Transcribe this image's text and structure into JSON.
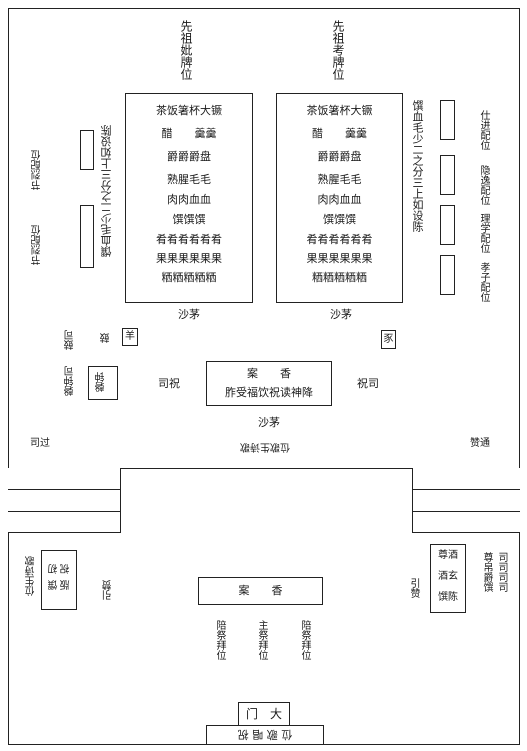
{
  "ancestor_tablets": {
    "left_label": "先祖妣牌位",
    "right_label": "先祖考牌位"
  },
  "left_altar": {
    "rows": [
      "茶饭箸杯大镢",
      "醋　　羹羹",
      "爵爵爵盘",
      "熟腥毛毛",
      "肉肉血血",
      "馔馔馔",
      "肴肴肴肴肴肴",
      "果果果果果果",
      "粞粞粞粞粞"
    ]
  },
  "right_altar": {
    "rows": [
      "茶饭箸杯大镢",
      "醋　　羹羹",
      "爵爵爵盘",
      "熟腥毛毛",
      "肉肉血血",
      "馔馔馔",
      "肴肴肴肴肴肴",
      "果果果果果果",
      "粞粞粞粞粞"
    ]
  },
  "left_side_note": "馔血毛少二之分三上如设陈",
  "right_side_note": "馔血毛少二之分三上如设陈",
  "left_tablets": [
    "节烈配位",
    "节烈配位"
  ],
  "right_tablets": [
    "仕进配位",
    "隐逸配位",
    "理学配位",
    "孝子配位"
  ],
  "sand_labels": [
    "沙茅",
    "沙茅",
    "沙茅"
  ],
  "drum": {
    "attendant": "鼓司",
    "instrument": "鼓"
  },
  "bell": {
    "attendant": "磬钟司",
    "instrument": "磬钟"
  },
  "sheep": "羊",
  "pig": "豕",
  "left_invoker": "司祝",
  "right_invoker": "祝司",
  "incense_table": {
    "title": "案　　香",
    "text": "胙受福饮祝读神降"
  },
  "middle_band": {
    "left": "司过",
    "center": "位歌生诗歌",
    "right": "赞通"
  },
  "lower_left": {
    "caption": "位生诗歌",
    "box": [
      "初",
      "祝",
      "版",
      "馔"
    ],
    "guide": "引赞"
  },
  "lower_right": {
    "caption": "司司司司",
    "caption2": "尊帛爵馔",
    "box": [
      "尊酒",
      "酒玄",
      "馔陈"
    ],
    "guide": "引赞"
  },
  "lower_incense": "案　　香",
  "worship_positions": [
    "陪祭拜位",
    "主祭拜位",
    "陪祭拜位"
  ],
  "gate": {
    "label": "门　大",
    "text": "位 歌 唱 祝"
  },
  "colors": {
    "ink": "#222222",
    "paper": "#ffffff"
  }
}
